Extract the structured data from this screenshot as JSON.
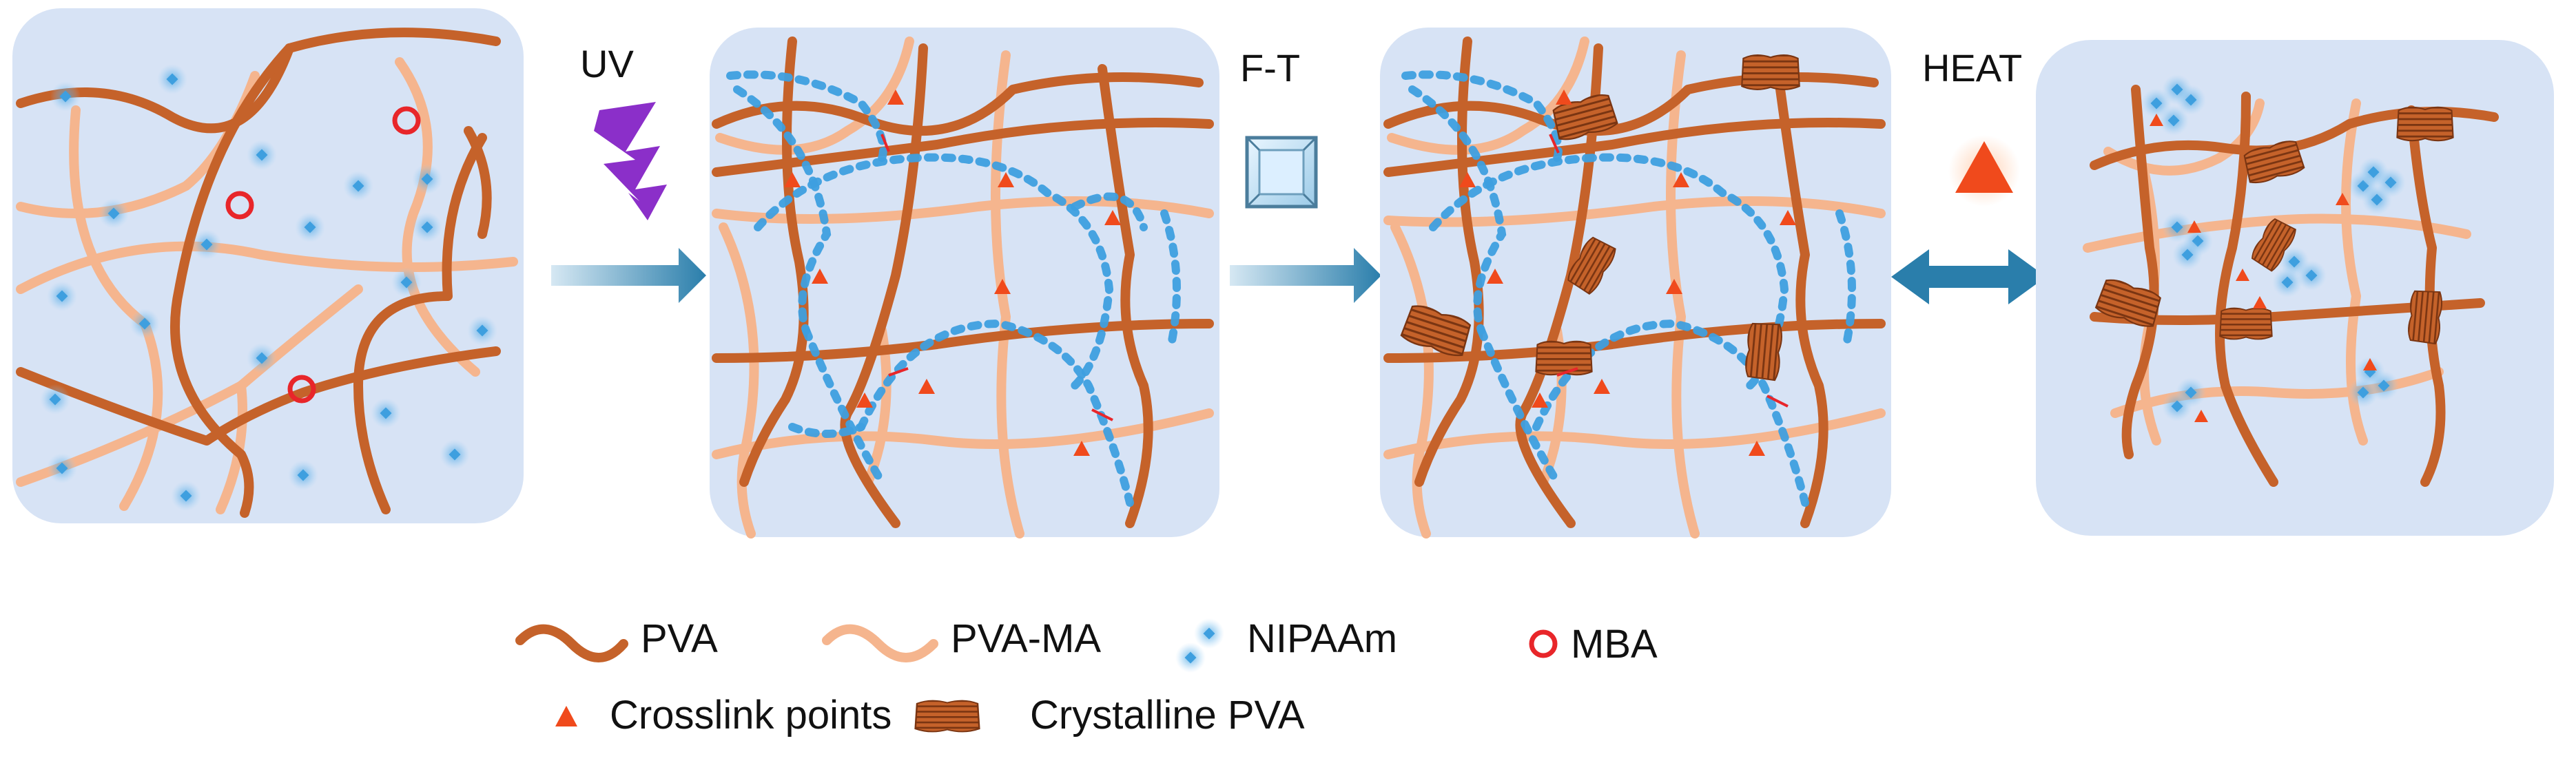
{
  "steps": {
    "uv": "UV",
    "ft": "F-T",
    "heat": "HEAT"
  },
  "legend": {
    "pva": "PVA",
    "pva_ma": "PVA-MA",
    "nipaam": "NIPAAm",
    "mba": "MBA",
    "crosslink": "Crosslink  points",
    "crystalline": "Crystalline PVA"
  },
  "colors": {
    "pva": "#c5622a",
    "pva_ma": "#f5b58e",
    "nipaam": "#3e9fdf",
    "mba": "#e8262a",
    "crosslink": "#f04a1c",
    "panel": "#d7e3f5",
    "arrow": "#2a7eab",
    "lightning": "#8b2fc9"
  }
}
